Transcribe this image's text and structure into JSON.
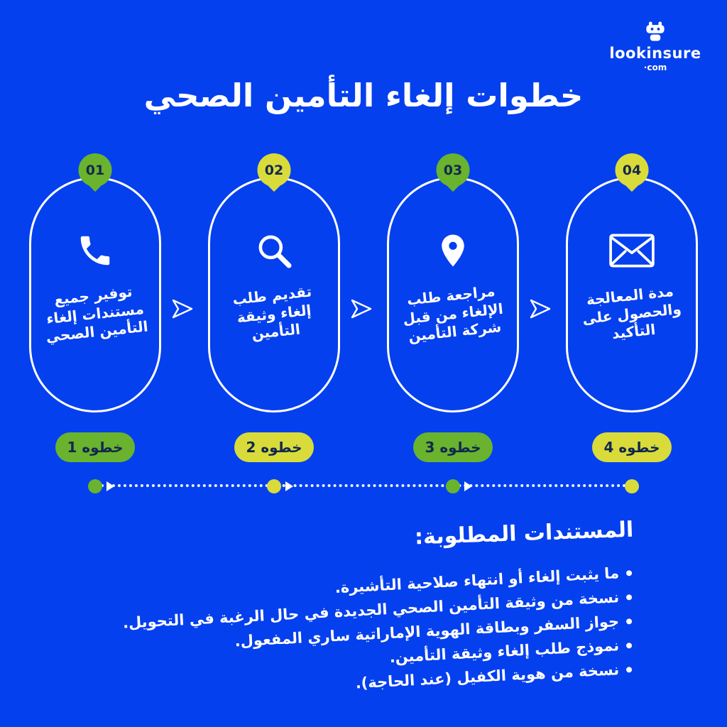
{
  "colors": {
    "background": "#0540ee",
    "green": "#69b32e",
    "yellow": "#d9db3a",
    "dark_text": "#13284e",
    "white": "#ffffff"
  },
  "logo": {
    "brand": "lookinsure",
    "domain": "·com"
  },
  "title": "خطوات إلغاء التأمين الصحي",
  "steps": [
    {
      "number": "01",
      "icon": "phone-icon",
      "label": "توفير جميع مستندات إلغاء التأمين الصحي",
      "button_label": "خطوه 1",
      "badge_color": "#69b32e",
      "button_color": "#69b32e",
      "dot_color": "#69b32e"
    },
    {
      "number": "02",
      "icon": "search-icon",
      "label": "تقديم طلب إلغاء وثيقة التأمين",
      "button_label": "خطوه 2",
      "badge_color": "#d9db3a",
      "button_color": "#d9db3a",
      "dot_color": "#d9db3a"
    },
    {
      "number": "03",
      "icon": "location-pin-icon",
      "label": "مراجعة طلب الإلغاء من قبل شركة التأمين",
      "button_label": "خطوه 3",
      "badge_color": "#69b32e",
      "button_color": "#69b32e",
      "dot_color": "#69b32e"
    },
    {
      "number": "04",
      "icon": "envelope-icon",
      "label": "مدة المعالجة والحصول على التأكيد",
      "button_label": "خطوه 4",
      "badge_color": "#d9db3a",
      "button_color": "#d9db3a",
      "dot_color": "#d9db3a"
    }
  ],
  "documents": {
    "heading": "المستندات المطلوبة:",
    "items": [
      "ما يثبت إلغاء أو انتهاء صلاحية التأشيرة.",
      "نسخة من وثيقة التأمين الصحي الجديدة في حال الرغبة في التحويل.",
      "جواز السفر وبطاقة الهوية الإماراتية ساري المفعول.",
      "نموذج طلب إلغاء وثيقة التأمين.",
      "نسخة من هوية الكفيل (عند الحاجة)."
    ]
  }
}
